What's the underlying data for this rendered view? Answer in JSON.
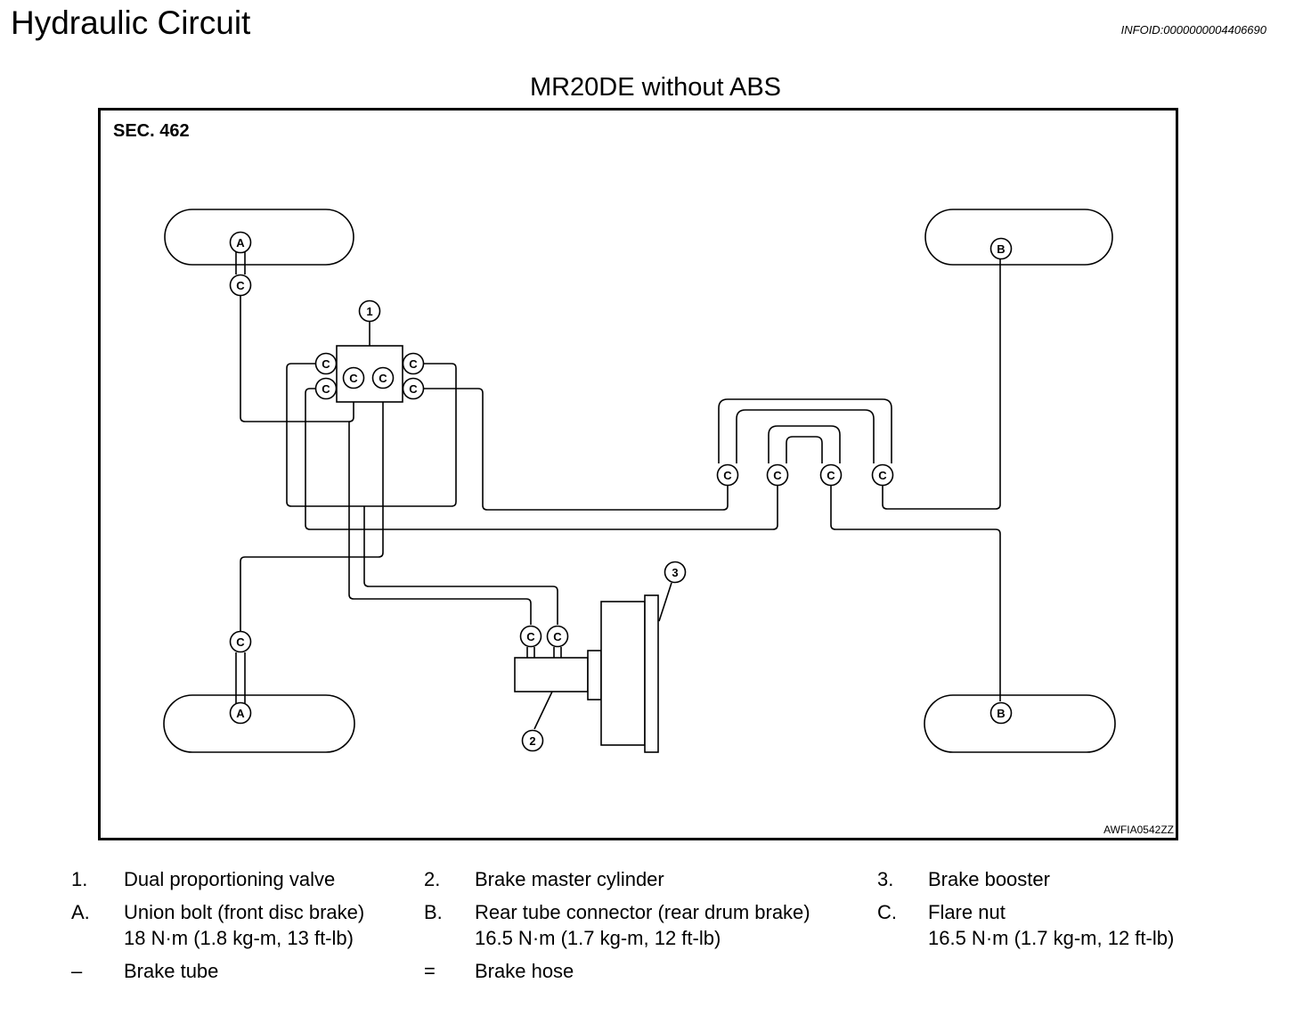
{
  "page": {
    "title": "Hydraulic Circuit",
    "info_id": "INFOID:0000000004406690"
  },
  "diagram": {
    "title": "MR20DE without ABS",
    "section": "SEC. 462",
    "figure_code": "AWFIA0542ZZ",
    "callouts": {
      "n1": "1",
      "n2": "2",
      "n3": "3",
      "A": "A",
      "B": "B",
      "C": "C"
    }
  },
  "legend": {
    "items": [
      {
        "key": "1.",
        "text": "Dual proportioning valve"
      },
      {
        "key": "2.",
        "text": "Brake master cylinder"
      },
      {
        "key": "3.",
        "text": "Brake booster"
      },
      {
        "key": "A.",
        "text": "Union bolt (front disc brake)",
        "sub": "18 N·m (1.8 kg-m, 13 ft-lb)"
      },
      {
        "key": "B.",
        "text": "Rear tube connector (rear drum brake)",
        "sub": "16.5 N·m (1.7 kg-m, 12 ft-lb)"
      },
      {
        "key": "C.",
        "text": "Flare nut",
        "sub": "16.5 N·m (1.7 kg-m, 12 ft-lb)"
      },
      {
        "key": "–",
        "text": "Brake tube"
      },
      {
        "key": "=",
        "text": "Brake hose"
      }
    ]
  }
}
